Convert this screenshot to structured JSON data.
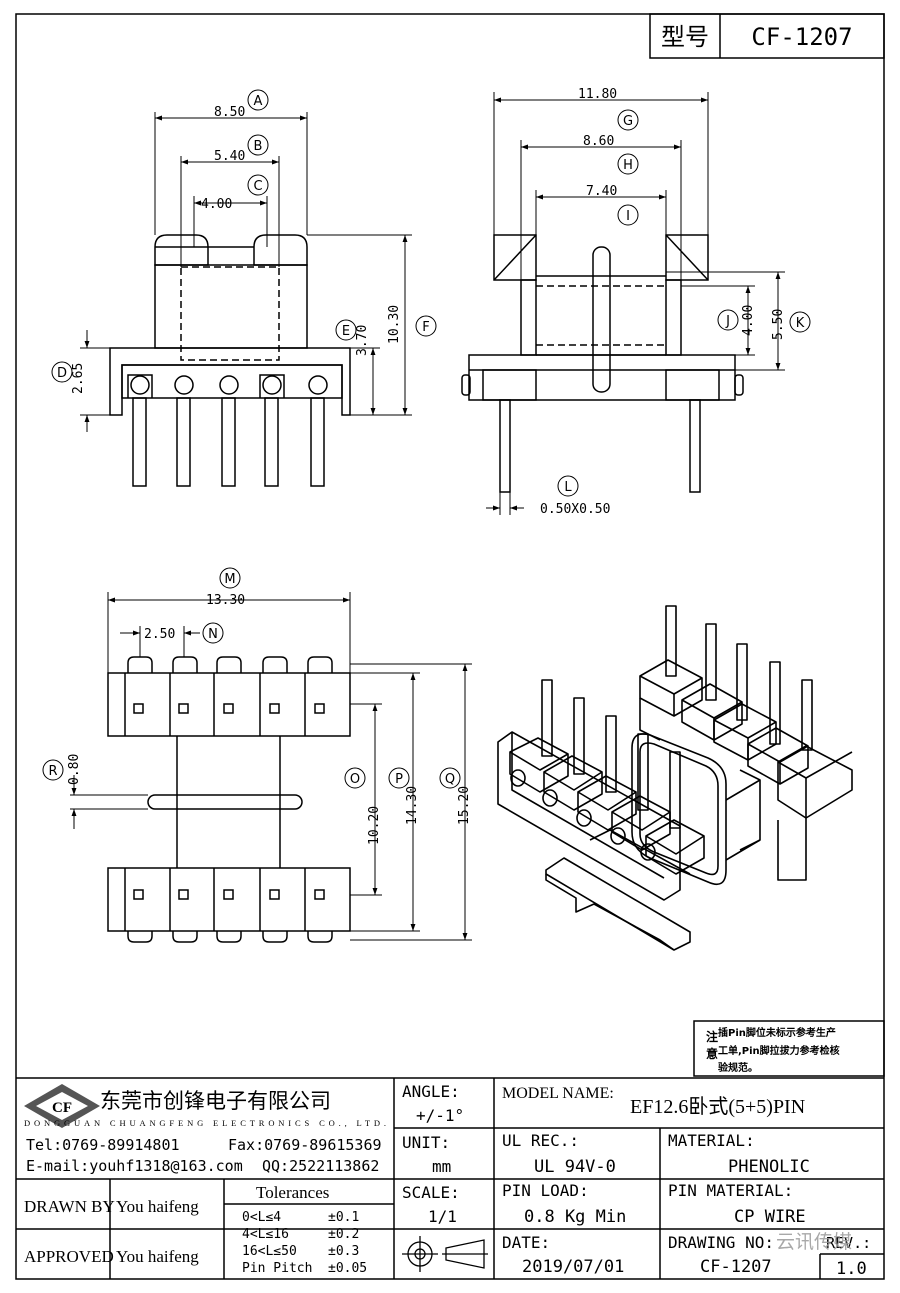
{
  "header": {
    "type_label": "型号",
    "model_code": "CF-1207"
  },
  "dimensions": {
    "top_left": {
      "A": {
        "letter": "A",
        "value": "8.50"
      },
      "B": {
        "letter": "B",
        "value": "5.40"
      },
      "C": {
        "letter": "C",
        "value": "4.00"
      },
      "D": {
        "letter": "D",
        "value": "2.65"
      },
      "E": {
        "letter": "E",
        "value": "3.70"
      },
      "F": {
        "letter": "F",
        "value": "10.30"
      }
    },
    "top_right": {
      "G": {
        "letter": "G",
        "value": "11.80"
      },
      "H": {
        "letter": "H",
        "value": "8.60"
      },
      "I": {
        "letter": "I",
        "value": "7.40"
      },
      "J": {
        "letter": "J",
        "value": "4.00"
      },
      "K": {
        "letter": "K",
        "value": "5.50"
      },
      "L": {
        "letter": "L",
        "value": "0.50X0.50"
      }
    },
    "bottom": {
      "M": {
        "letter": "M",
        "value": "13.30"
      },
      "N": {
        "letter": "N",
        "value": "2.50"
      },
      "R": {
        "letter": "R",
        "value": "0.80"
      },
      "O": {
        "letter": "O",
        "value": "10.20"
      },
      "P": {
        "letter": "P",
        "value": "14.30"
      },
      "Q": {
        "letter": "Q",
        "value": "15.20"
      }
    }
  },
  "note": {
    "label_1": "注",
    "label_2": "意",
    "line1": "插Pin脚位未标示参考生产",
    "line2": "工单,Pin脚拉拔力参考检核",
    "line3": "验规范。"
  },
  "company": {
    "logo": "CF",
    "name_cn": "东莞市创锋电子有限公司",
    "name_en": "DONGGUAN CHUANGFENG ELECTRONICS CO., LTD.",
    "tel": "Tel:0769-89914801",
    "fax": "Fax:0769-89615369",
    "email": "E-mail:youhf1318@163.com",
    "qq": "QQ:2522113862"
  },
  "title_block": {
    "angle_label": "ANGLE:",
    "angle_value": "+/-1°",
    "model_name_label": "MODEL NAME:",
    "model_name_value": "EF12.6卧式(5+5)PIN",
    "unit_label": "UNIT:",
    "unit_value": "mm",
    "ul_rec_label": "UL REC.:",
    "ul_rec_value": "UL 94V-0",
    "material_label": "MATERIAL:",
    "material_value": "PHENOLIC",
    "scale_label": "SCALE:",
    "scale_value": "1/1",
    "pin_load_label": "PIN LOAD:",
    "pin_load_value": "0.8 Kg Min",
    "pin_material_label": "PIN MATERIAL:",
    "pin_material_value": "CP WIRE",
    "date_label": "DATE:",
    "date_value": "2019/07/01",
    "drawing_no_label": "DRAWING NO:",
    "drawing_no_value": "CF-1207",
    "rev_label": "REV.:",
    "rev_value": "1.0",
    "drawn_by_label": "DRAWN BY",
    "drawn_by_value": "You haifeng",
    "approved_label": "APPROVED",
    "approved_value": "You haifeng",
    "tolerances_title": "Tolerances",
    "tolerances": [
      {
        "range": "0<L≤4",
        "value": "±0.1"
      },
      {
        "range": "4<L≤16",
        "value": "±0.2"
      },
      {
        "range": "16<L≤50",
        "value": "±0.3"
      },
      {
        "range": "Pin Pitch",
        "value": "±0.05"
      }
    ]
  },
  "watermark": "云讯传媒"
}
